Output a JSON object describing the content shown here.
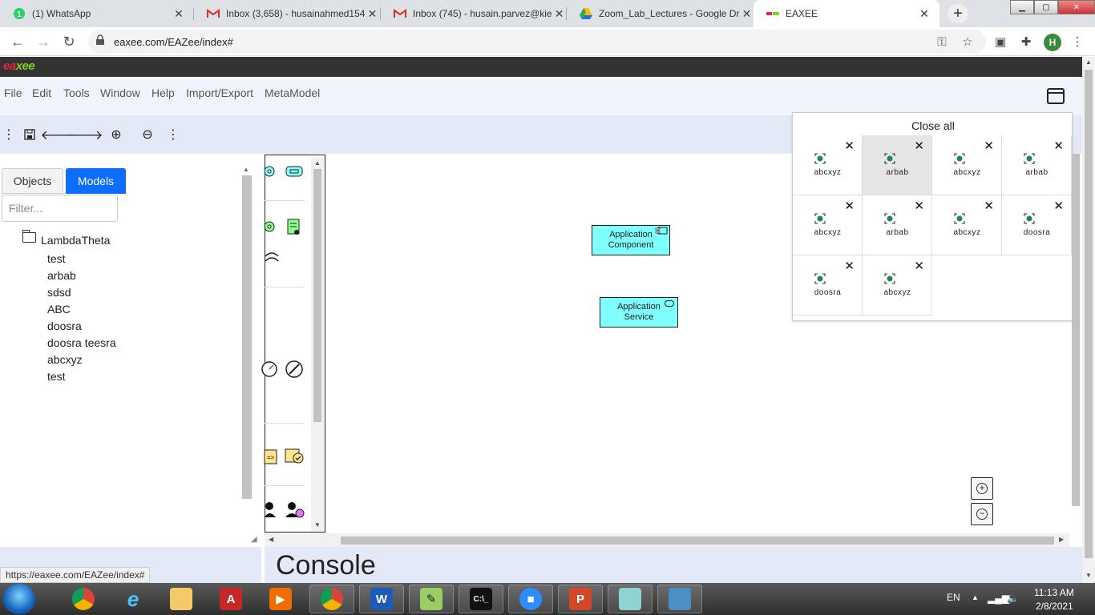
{
  "browser": {
    "tabs": [
      {
        "title": "(1) WhatsApp",
        "icon": "whatsapp-icon",
        "color": "#25d366"
      },
      {
        "title": "Inbox (3,658) - husainahmed154",
        "icon": "gmail-icon",
        "color": "#d93025"
      },
      {
        "title": "Inbox (745) - husain.parvez@kie",
        "icon": "gmail-icon",
        "color": "#d93025"
      },
      {
        "title": "Zoom_Lab_Lectures - Google Dr",
        "icon": "google-drive-icon",
        "color": "#1a73e8"
      },
      {
        "title": "EAXEE",
        "icon": "eaxee-icon",
        "color": "#7ed321"
      }
    ],
    "new_tab": "+",
    "url": "eaxee.com/EAZee/index#",
    "profile_initial": "H"
  },
  "app": {
    "logo_prefix": "ea",
    "logo_suffix": "xee",
    "menu": [
      "File",
      "Edit",
      "Tools",
      "Window",
      "Help",
      "Import/Export",
      "MetaModel"
    ],
    "toolbar_icons": [
      "drag-handle-icon",
      "save-icon",
      "undo-icon",
      "redo-icon",
      "zoom-in-icon",
      "zoom-out-icon",
      "more-icon"
    ]
  },
  "left_panel": {
    "tabs": [
      "Objects",
      "Models"
    ],
    "active_tab": "Models",
    "filter_placeholder": "Filter...",
    "tree_root": "LambdaTheta",
    "tree_children": [
      "test",
      "arbab",
      "sdsd",
      "ABC",
      "doosra",
      "doosra teesra",
      "abcxyz",
      "test"
    ]
  },
  "canvas": {
    "elements": [
      {
        "label_line1": "Application",
        "label_line2": "Component",
        "color": "#80ffff"
      },
      {
        "label_line1": "Application",
        "label_line2": "Service",
        "color": "#80ffff"
      }
    ]
  },
  "window_panel": {
    "close_all": "Close all",
    "windows": [
      "abcxyz",
      "arbab",
      "abcxyz",
      "arbab",
      "abcxyz",
      "arbab",
      "abcxyz",
      "doosra",
      "doosra",
      "abcxyz"
    ],
    "selected_index": 1
  },
  "console": {
    "title": "Console",
    "status_url": "https://eaxee.com/EAZee/index#"
  },
  "taskbar": {
    "language": "EN",
    "time": "11:13 AM",
    "date": "2/8/2021"
  }
}
